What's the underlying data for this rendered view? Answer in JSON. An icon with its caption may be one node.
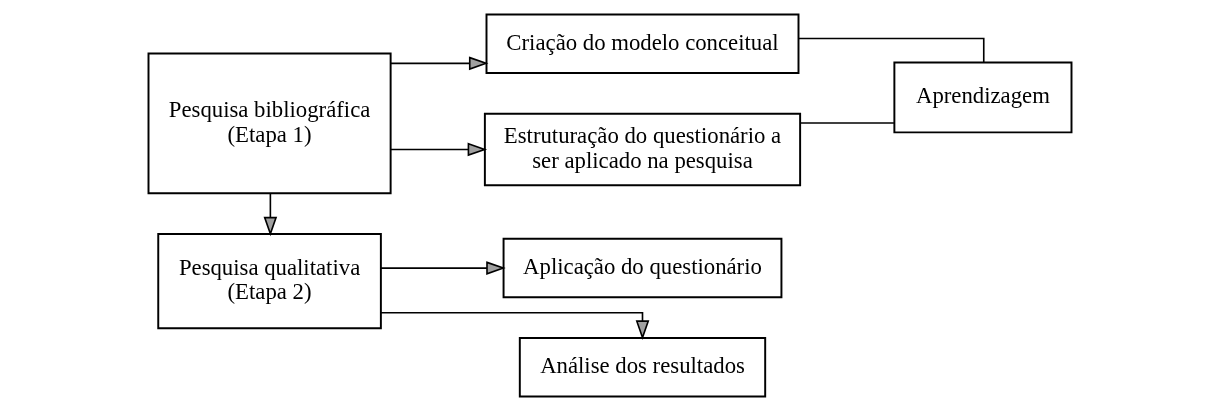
{
  "diagram": {
    "nodes": [
      {
        "text": [
          "Pesquisa bibliográfica (Etapa 1)"
        ]
      },
      {
        "text": [
          "Criação do modelo conceitual"
        ]
      },
      {
        "text": [
          "Estruturação do questionário a ser aplicado na pesquisa"
        ]
      },
      {
        "text": [
          "Aprendizagem"
        ]
      },
      {
        "text": [
          "Pesquisa qualitativa (Etapa 2)"
        ]
      },
      {
        "text": [
          "Aplicação do questionário"
        ]
      },
      {
        "text": [
          "Análise dos resultados"
        ]
      }
    ],
    "edges": [
      {
        "from": 0,
        "to": 1,
        "arrow": "to"
      },
      {
        "from": 0,
        "to": 2,
        "arrow": "to"
      },
      {
        "from": 1,
        "to": 3,
        "arrow": "none"
      },
      {
        "from": 2,
        "to": 3,
        "arrow": "none"
      },
      {
        "from": 0,
        "to": 4,
        "arrow": "to"
      },
      {
        "from": 4,
        "to": 5,
        "arrow": "to"
      },
      {
        "from": 4,
        "to": 6,
        "arrow": "to"
      }
    ]
  }
}
